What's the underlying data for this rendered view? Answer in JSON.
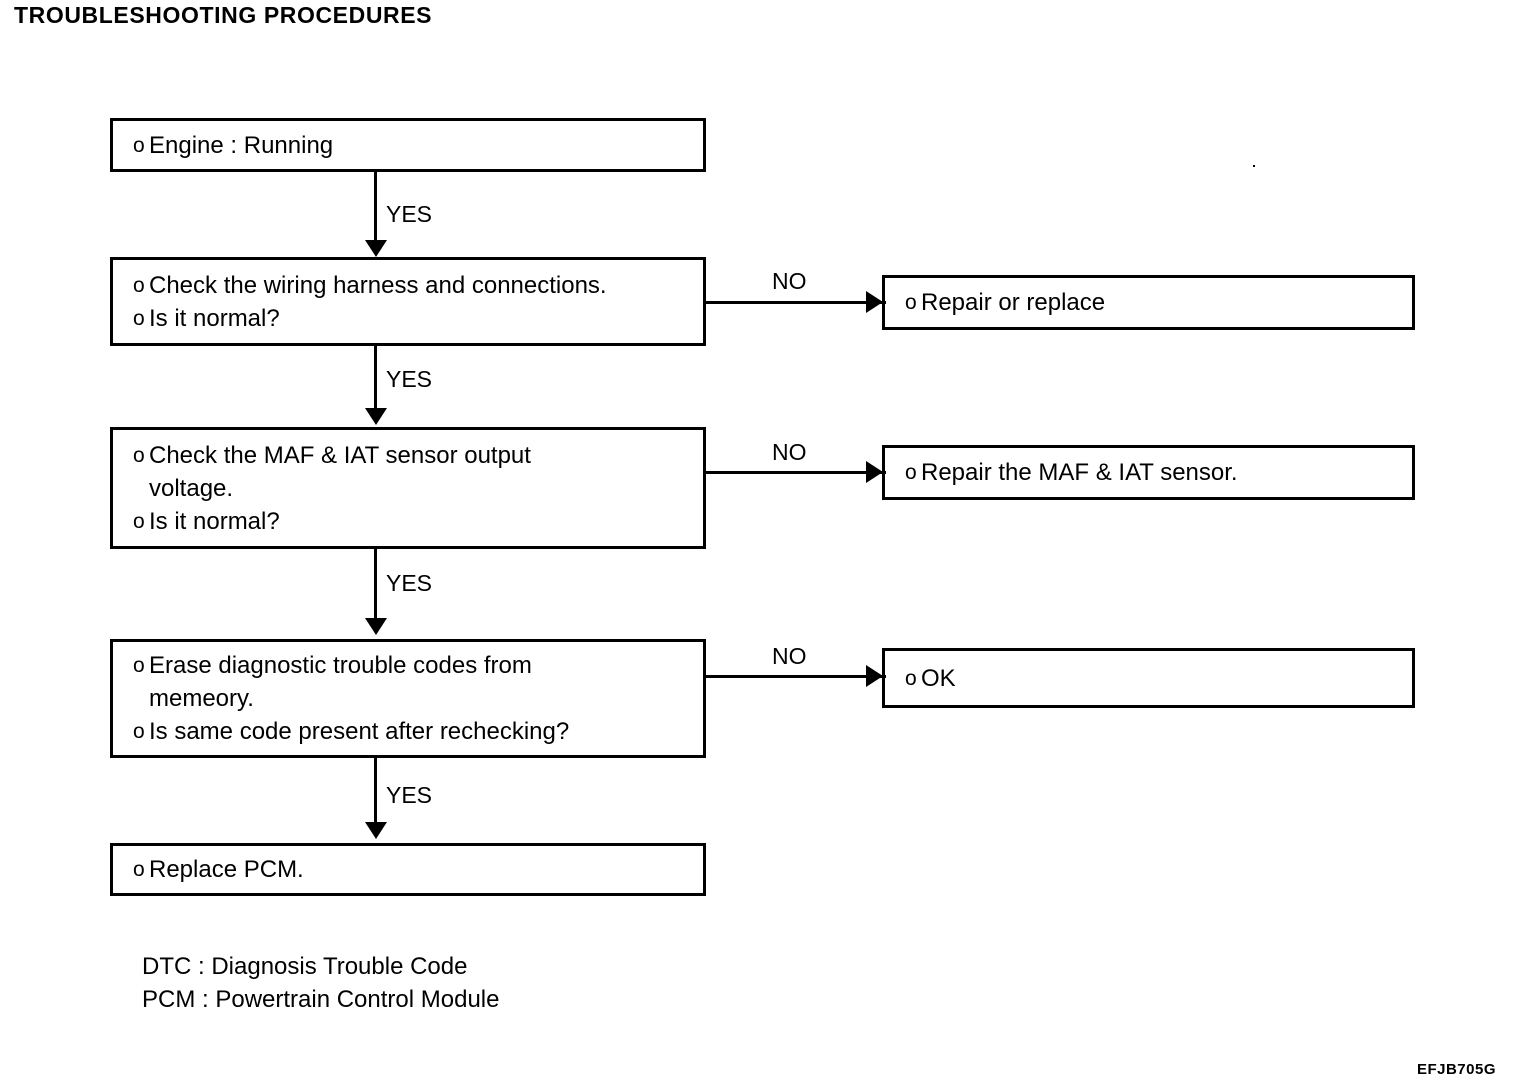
{
  "document": {
    "title": "TROUBLESHOOTING PROCEDURES",
    "figure_code": "EFJB705G"
  },
  "flowchart": {
    "bullet_marker": "o",
    "boxes": [
      {
        "id": "engine",
        "lines": [
          "Engine : Running"
        ]
      },
      {
        "id": "wiring",
        "lines": [
          "Check the wiring harness and connections.",
          "Is it normal?"
        ]
      },
      {
        "id": "maf",
        "lines": [
          "Check the MAF & IAT sensor output\nvoltage.",
          "Is it normal?"
        ]
      },
      {
        "id": "erase",
        "lines": [
          "Erase diagnostic trouble codes from\nmemeory.",
          "Is same code present after rechecking?"
        ]
      },
      {
        "id": "replace_pcm",
        "lines": [
          "Replace PCM."
        ]
      },
      {
        "id": "repair_replace",
        "lines": [
          "Repair or replace"
        ]
      },
      {
        "id": "repair_maf",
        "lines": [
          "Repair the MAF & IAT sensor."
        ]
      },
      {
        "id": "ok",
        "lines": [
          "OK"
        ]
      }
    ],
    "edge_labels": {
      "yes": "YES",
      "no": "NO"
    }
  },
  "legend": {
    "lines": [
      "DTC : Diagnosis Trouble Code",
      "PCM : Powertrain Control Module"
    ]
  },
  "colors": {
    "ink": "#000000",
    "paper": "#ffffff"
  }
}
